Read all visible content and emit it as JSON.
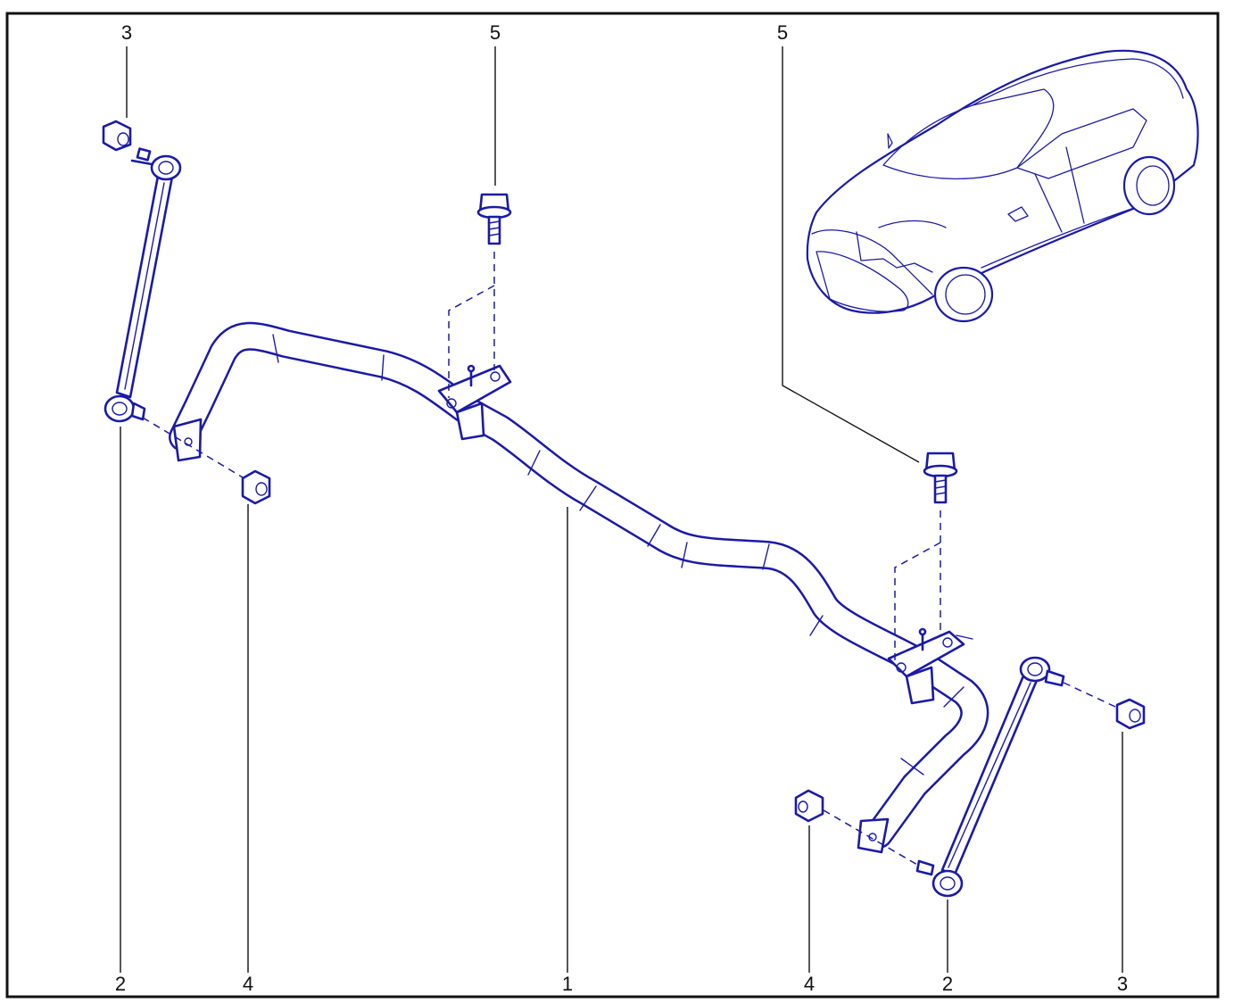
{
  "callouts": {
    "top_left_3": "3",
    "top_center_5": "5",
    "top_right_5": "5",
    "bottom_left_2": "2",
    "bottom_left_4": "4",
    "bottom_center_1": "1",
    "bottom_right_4": "4",
    "bottom_right_2": "2",
    "bottom_right_3": "3"
  },
  "colors": {
    "line_art": "#1a1aa8",
    "frame": "#111111",
    "background": "#ffffff"
  }
}
